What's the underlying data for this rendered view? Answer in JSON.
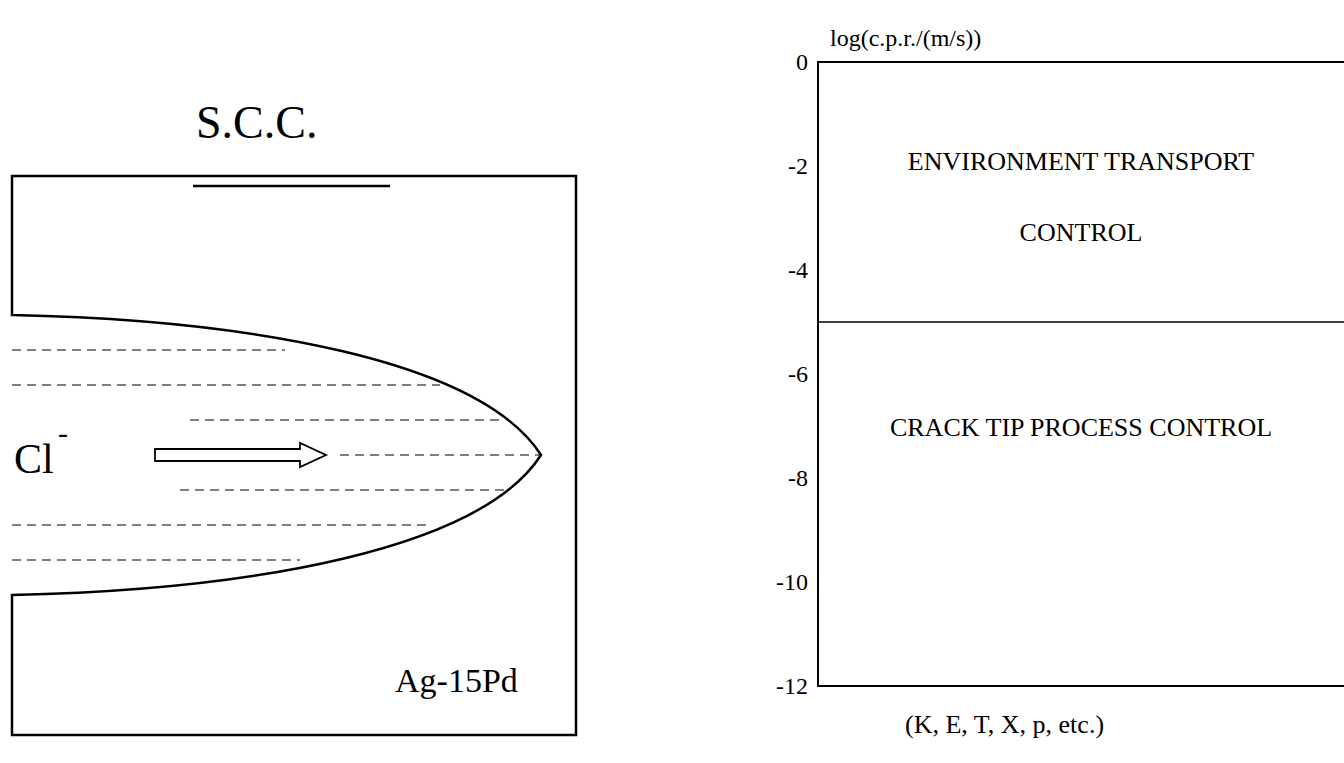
{
  "diagram": {
    "nodes": [
      {
        "text": [
          "Cl",
          "-",
          "Ag-15Pd"
        ]
      },
      {
        "text": [
          "ENVIRONMENT TRANSPORT CONTROL"
        ]
      },
      {
        "text": [
          "CRACK TIP PROCESS CONTROL"
        ]
      }
    ],
    "labels": [
      "S.C.C.",
      "log(c.p.r./(m/s))",
      "0",
      "-2",
      "-4",
      "-6",
      "-8",
      "-10",
      "-12",
      "(K, E, T, X, p, etc.)"
    ]
  }
}
